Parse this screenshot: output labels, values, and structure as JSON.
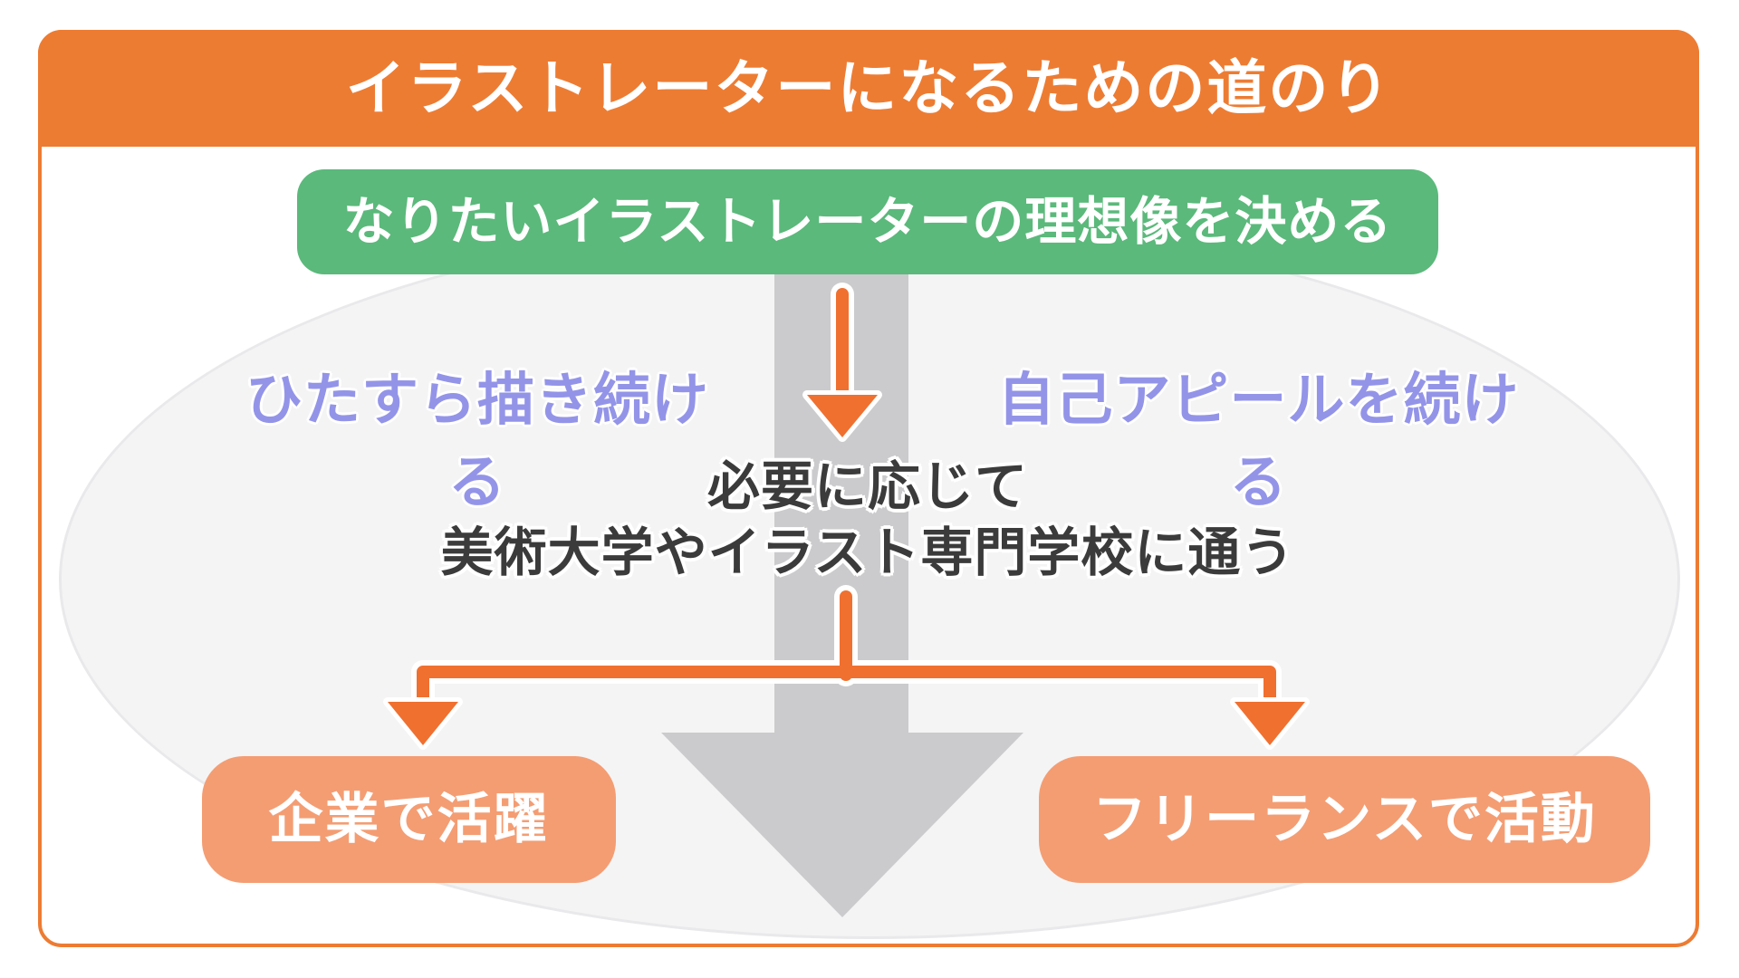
{
  "title": "イラストレーターになるための道のり",
  "flow": {
    "goal": "なりたいイラストレーターの理想像を決める",
    "side_left": "ひたすら描き続ける",
    "side_right": "自己アピールを続ける",
    "middle_line1": "必要に応じて",
    "middle_line2": "美術大学やイラスト専門学校に通う",
    "outcome_left": "企業で活躍",
    "outcome_right": "フリーランスで活動"
  },
  "colors": {
    "header_orange": "#ED7C33",
    "connector_orange": "#F07030",
    "box_salmon": "#F49D73",
    "green": "#5BB97B",
    "purple": "#9394E8",
    "gray_arrow": "#CBCBCD",
    "ellipse_fill": "#F4F4F5",
    "ellipse_border": "#E9E9EB",
    "dark_text": "#3B3B3B"
  }
}
